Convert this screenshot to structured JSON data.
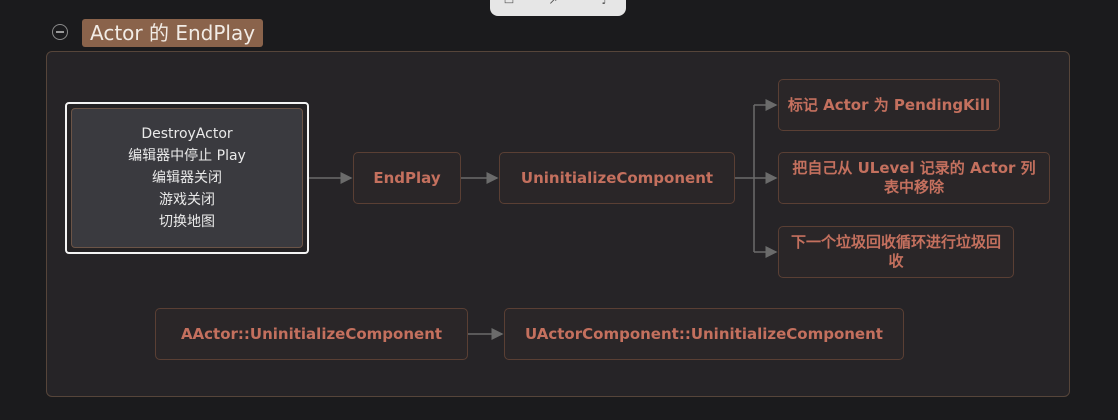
{
  "toolbar": {
    "icons": [
      "screenshot-icon",
      "share-icon",
      "audio-icon"
    ]
  },
  "group": {
    "title": "Actor 的 EndPlay"
  },
  "nodes": {
    "start": [
      "DestroyActor",
      "编辑器中停止 Play",
      "编辑器关闭",
      "游戏关闭",
      "切换地图"
    ],
    "endplay": "EndPlay",
    "uninit": "UninitializeComponent",
    "mark": "标记 Actor 为 PendingKill",
    "remove": "把自己从 ULevel 记录的 Actor 列表中移除",
    "gc": "下一个垃圾回收循环进行垃圾回收",
    "actor_uninit": "AActor::UninitializeComponent",
    "comp_uninit": "UActorComponent::UninitializeComponent"
  },
  "colors": {
    "node_text": "#c4705e",
    "node_border": "#5a3f34",
    "title_bg": "#8a634b",
    "edge": "#6b6b6b"
  }
}
